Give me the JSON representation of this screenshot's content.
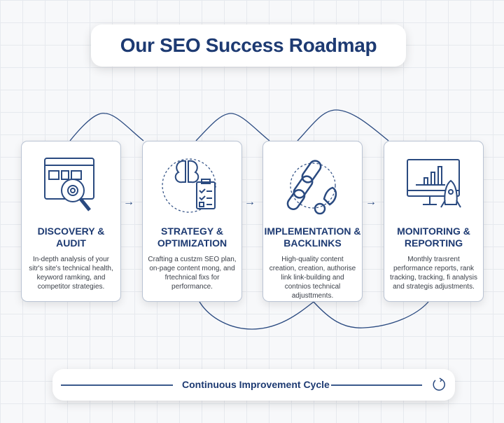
{
  "title": "Our SEO Success Roadmap",
  "steps": [
    {
      "title": "DISCOVERY & AUDIT",
      "description": "In-depth analysis of your sitr's site's technical health, keyword ramking, and competitor strategies.",
      "icon": "website-audit-magnifier-icon"
    },
    {
      "title": "STRATEGY & OPTIMIZATION",
      "description": "Crafting a custzm SEO plan, on-page content mong, and frtechnical fixs for performance.",
      "icon": "brain-checklist-icon"
    },
    {
      "title": "IMPLEMENTATION & BACKLINKS",
      "description": "High-quality content creation, creation, authorise link link-building and contnios technical adjusttments.",
      "icon": "chain-link-rocket-icon"
    },
    {
      "title": "MONITORING & REPORTING",
      "description": "Monthly traısrent performance reports, rank tracking, tracking, fi analysis and strategis adjustments.",
      "icon": "monitor-chart-rocket-icon"
    }
  ],
  "footer": {
    "label": "Continuous Improvement Cycle",
    "icon": "refresh-cycle-icon"
  },
  "colors": {
    "primary": "#1d3a72",
    "line": "#2a4a80"
  }
}
